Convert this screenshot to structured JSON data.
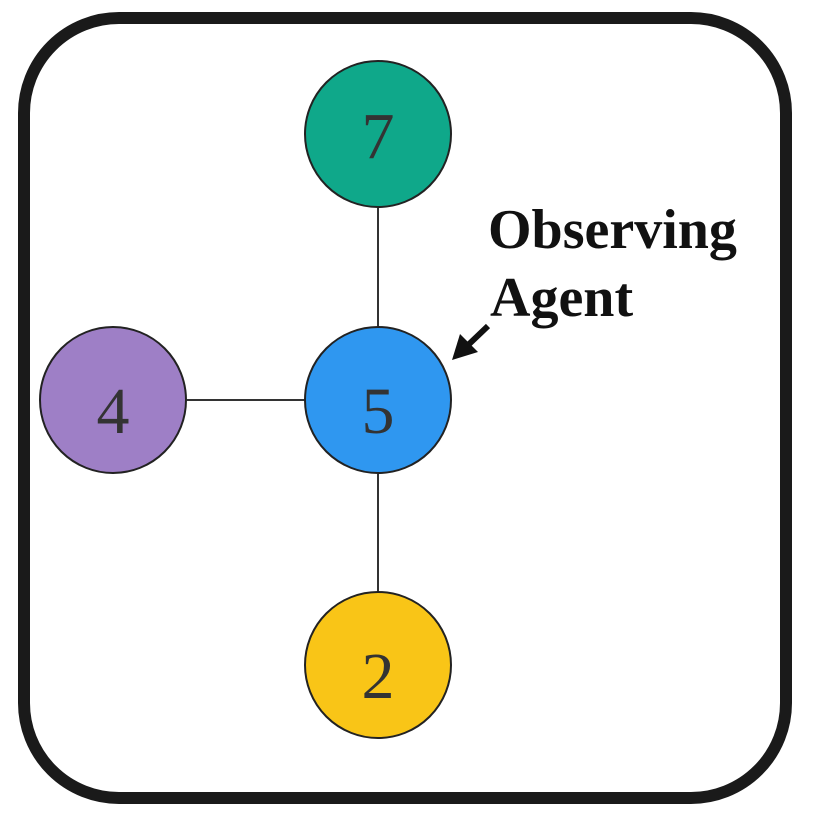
{
  "diagram": {
    "annotation": {
      "line1": "Observing",
      "line2": "Agent"
    },
    "nodes": [
      {
        "id": "top",
        "label": "7",
        "color": "#0FA88A"
      },
      {
        "id": "left",
        "label": "4",
        "color": "#9E7FC6"
      },
      {
        "id": "center",
        "label": "5",
        "color": "#2F97F0"
      },
      {
        "id": "bottom",
        "label": "2",
        "color": "#F9C517"
      }
    ],
    "frame_color": "#1a1a1a",
    "edge_color": "#333333"
  }
}
